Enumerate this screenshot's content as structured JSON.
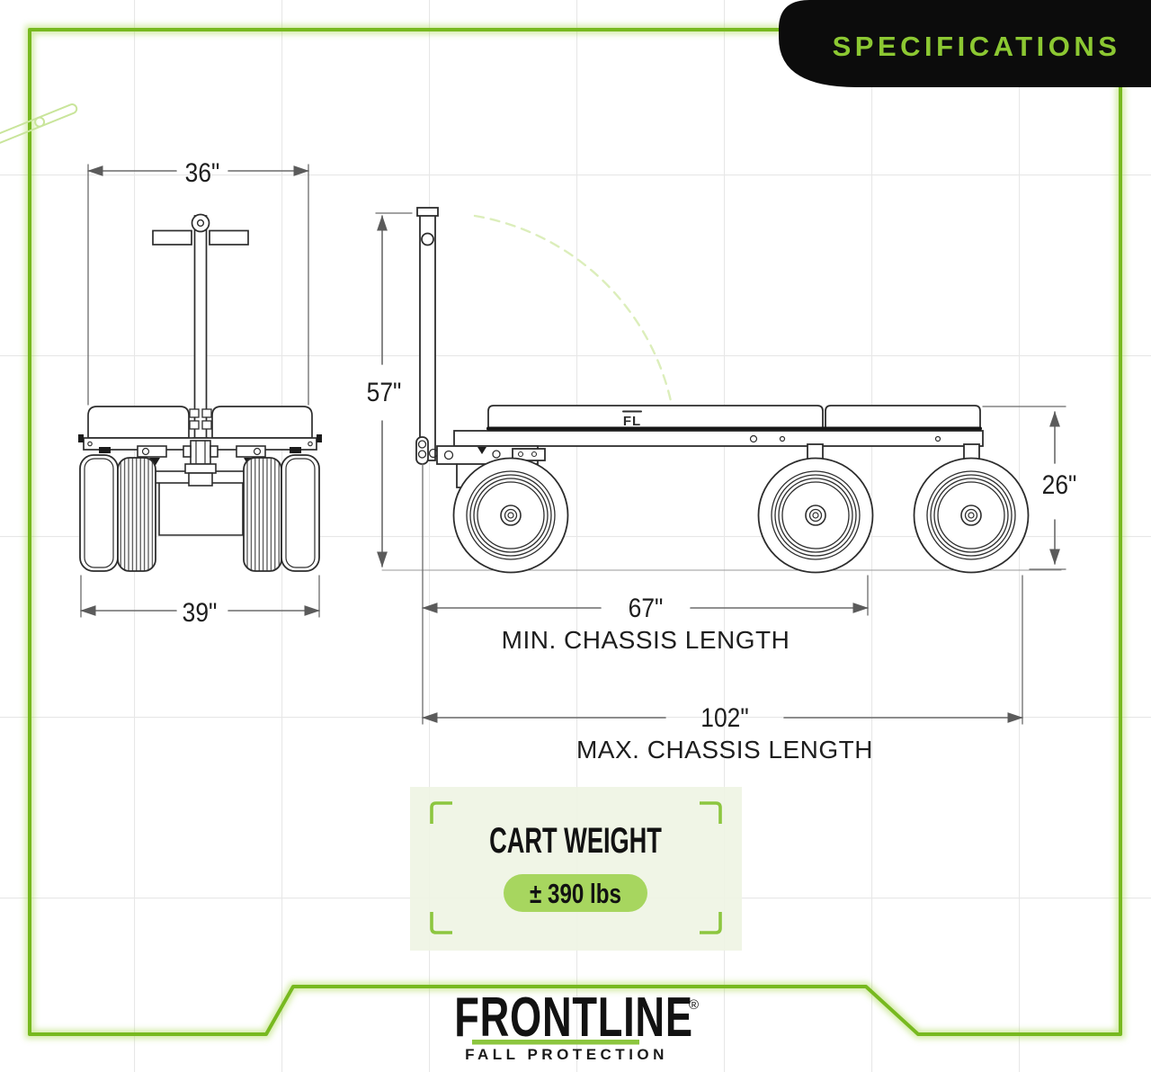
{
  "colors": {
    "accent_green": "#8CC63F",
    "frame_green": "#77B91F",
    "frame_glow": "#A8D84F",
    "banner_bg": "#0C0C0C",
    "banner_text_green": "#8CC832",
    "panel_bg": "#EFF4E4",
    "pill_bg": "#A7D65F",
    "ghost_handle_green": "#C9E59B",
    "drawing_line": "#2d2d2d",
    "dimension_line": "#5b5b5b",
    "grid_line": "#E7E7E7"
  },
  "banner": {
    "title": "SPECIFICATIONS"
  },
  "front_view": {
    "dim_top_width": "36\"",
    "dim_bottom_width": "39\""
  },
  "side_view": {
    "dim_height": "57\"",
    "dim_wheel_height": "26\"",
    "dim_min_chassis_value": "67\"",
    "dim_min_chassis_label": "MIN. CHASSIS LENGTH",
    "dim_max_chassis_value": "102\"",
    "dim_max_chassis_label": "MAX. CHASSIS LENGTH",
    "bed_logo": "FL"
  },
  "weight_panel": {
    "title": "CART WEIGHT",
    "value": "± 390 lbs"
  },
  "brand": {
    "name": "FRONTLINE",
    "registered": "®",
    "tagline": "FALL PROTECTION"
  }
}
